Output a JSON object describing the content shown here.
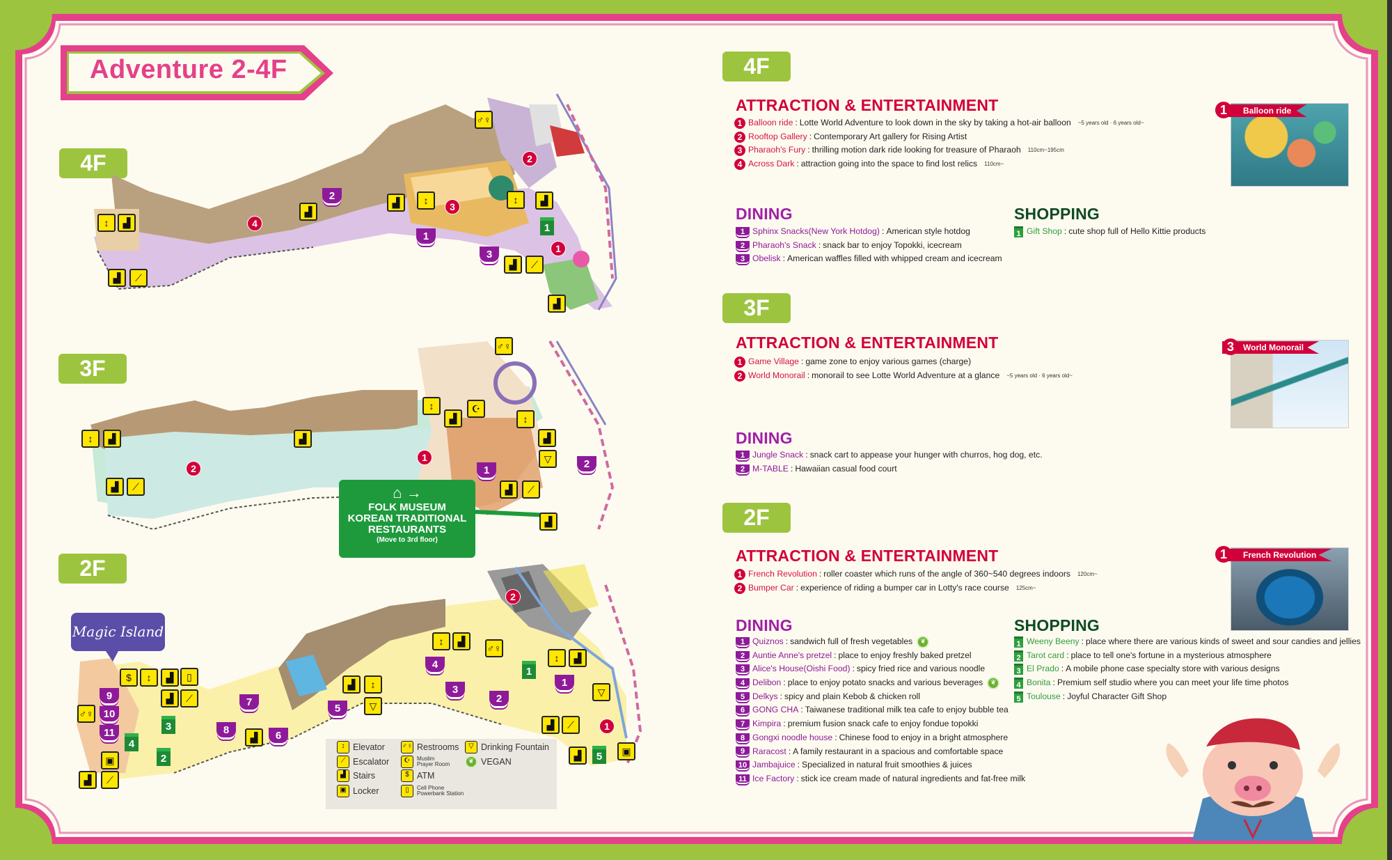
{
  "title": "Adventure 2-4F",
  "map_floor_tags": [
    "4F",
    "3F",
    "2F"
  ],
  "colors": {
    "green": "#9dc43f",
    "pink": "#e5408a",
    "attraction": "#d2003a",
    "dining": "#8e1a9a",
    "shopping": "#2e9e3e",
    "cream": "#fdfbf0"
  },
  "folk_museum": {
    "line1": "FOLK MUSEUM",
    "line2": "KOREAN TRADITIONAL",
    "line3": "RESTAURANTS",
    "note": "(Move to 3rd floor)",
    "arrow": "→"
  },
  "magic_island": "Magic Island",
  "legend": [
    {
      "icon": "elevator-icon",
      "glyph": "↕",
      "label": "Elevator"
    },
    {
      "icon": "escalator-icon",
      "glyph": "⟋",
      "label": "Escalator"
    },
    {
      "icon": "stairs-icon",
      "glyph": "▟",
      "label": "Stairs"
    },
    {
      "icon": "locker-icon",
      "glyph": "▣",
      "label": "Locker"
    },
    {
      "icon": "restroom-icon",
      "glyph": "♂♀",
      "label": "Restrooms"
    },
    {
      "icon": "prayer-room-icon",
      "glyph": "☪",
      "label": "Muslim",
      "label2": "Prayer Room"
    },
    {
      "icon": "atm-icon",
      "glyph": "$",
      "label": "ATM"
    },
    {
      "icon": "phone-charging-icon",
      "glyph": "▯",
      "label": "Cell Phone",
      "label2": "Powerbank Station"
    },
    {
      "icon": "drinking-fountain-icon",
      "glyph": "▽",
      "label": "Drinking Fountain"
    },
    {
      "icon": "vegan-icon",
      "glyph": "❦",
      "label": "VEGAN"
    }
  ],
  "headings": {
    "attraction": "ATTRACTION & ENTERTAINMENT",
    "dining": "DINING",
    "shopping": "SHOPPING"
  },
  "floors": [
    {
      "tag": "4F",
      "attractions": [
        {
          "num": "1",
          "name": "Balloon ride",
          "desc": "Lotte World Adventure to look down in the sky by taking a hot-air balloon",
          "req": "~5 years old · 6 years old~"
        },
        {
          "num": "2",
          "name": "Rooftop Gallery",
          "desc": "Contemporary Art gallery for Rising Artist",
          "req": ""
        },
        {
          "num": "3",
          "name": "Pharaoh's Fury",
          "desc": "thrilling motion dark ride looking for treasure of Pharaoh",
          "req": "110cm~195cm"
        },
        {
          "num": "4",
          "name": "Across Dark",
          "desc": "attraction going into the space to find lost relics",
          "req": "110cm~"
        }
      ],
      "dining": [
        {
          "num": "1",
          "name": "Sphinx Snacks(New York Hotdog)",
          "desc": "American style hotdog"
        },
        {
          "num": "2",
          "name": "Pharaoh's Snack",
          "desc": "snack bar to enjoy Topokki, icecream"
        },
        {
          "num": "3",
          "name": "Obelisk",
          "desc": "American waffles filled with whipped cream and icecream"
        }
      ],
      "shopping": [
        {
          "num": "1",
          "name": "Gift Shop",
          "desc": "cute shop full of Hello Kittie products"
        }
      ],
      "photo": {
        "num": "1",
        "label": "Balloon ride"
      }
    },
    {
      "tag": "3F",
      "attractions": [
        {
          "num": "1",
          "name": "Game Village",
          "desc": "game zone to enjoy various games (charge)",
          "req": ""
        },
        {
          "num": "2",
          "name": "World Monorail",
          "desc": "monorail to see Lotte World Adventure at a glance",
          "req": "~5 years old · 6 years old~"
        }
      ],
      "dining": [
        {
          "num": "1",
          "name": "Jungle Snack",
          "desc": "snack cart to appease your hunger with churros, hog dog, etc."
        },
        {
          "num": "2",
          "name": "M-TABLE",
          "desc": "Hawaiian casual food court"
        }
      ],
      "shopping": [],
      "photo": {
        "num": "3",
        "label": "World Monorail"
      }
    },
    {
      "tag": "2F",
      "attractions": [
        {
          "num": "1",
          "name": "French Revolution",
          "desc": "roller coaster which runs of the angle of 360~540 degrees indoors",
          "req": "120cm~"
        },
        {
          "num": "2",
          "name": "Bumper Car",
          "desc": "experience of riding a bumper car in Lotty's race course",
          "req": "125cm~"
        }
      ],
      "dining": [
        {
          "num": "1",
          "name": "Quiznos",
          "desc": "sandwich full of fresh vegetables",
          "vegan": true
        },
        {
          "num": "2",
          "name": "Auntie Anne's pretzel",
          "desc": "place to enjoy freshly baked pretzel"
        },
        {
          "num": "3",
          "name": "Alice's House(Oishi Food)",
          "desc": "spicy fried rice and various noodle"
        },
        {
          "num": "4",
          "name": "Delibon",
          "desc": "place to enjoy potato snacks and various beverages",
          "vegan": true
        },
        {
          "num": "5",
          "name": "Delkys",
          "desc": "spicy and plain Kebob & chicken roll"
        },
        {
          "num": "6",
          "name": "GONG CHA",
          "desc": "Taiwanese traditional milk tea cafe to enjoy bubble tea"
        },
        {
          "num": "7",
          "name": "Kimpira",
          "desc": "premium fusion snack cafe to enjoy fondue topokki"
        },
        {
          "num": "8",
          "name": "Gongxi noodle house",
          "desc": "Chinese food to enjoy in a bright atmosphere"
        },
        {
          "num": "9",
          "name": "Raracost",
          "desc": "A family restaurant in a spacious and comfortable space"
        },
        {
          "num": "10",
          "name": "Jambajuice",
          "desc": "Specialized in natural fruit smoothies & juices"
        },
        {
          "num": "11",
          "name": "Ice Factory",
          "desc": "stick ice cream made of natural ingredients and fat-free milk"
        }
      ],
      "shopping": [
        {
          "num": "1",
          "name": "Weeny Beeny",
          "desc": "place where there are various kinds of sweet and sour candies and jellies"
        },
        {
          "num": "2",
          "name": "Tarot card",
          "desc": "place to tell one's fortune in a mysterious atmosphere"
        },
        {
          "num": "3",
          "name": "El Prado",
          "desc": "A mobile phone case specialty store with various designs"
        },
        {
          "num": "4",
          "name": "Bonita",
          "desc": "Premium self studio where you can meet your life time photos"
        },
        {
          "num": "5",
          "name": "Toulouse",
          "desc": "Joyful Character Gift Shop"
        }
      ],
      "photo": {
        "num": "1",
        "label": "French Revolution"
      }
    }
  ],
  "map_markers": {
    "4F": {
      "attractions": [
        "1",
        "2",
        "3",
        "4"
      ],
      "dining": [
        "1",
        "2",
        "3"
      ],
      "shopping": [
        "1"
      ]
    },
    "3F": {
      "attractions": [
        "1",
        "2"
      ],
      "dining": [
        "1",
        "2"
      ],
      "shopping": []
    },
    "2F": {
      "attractions": [
        "1",
        "2"
      ],
      "dining": [
        "1",
        "2",
        "3",
        "4",
        "5",
        "6",
        "7",
        "8",
        "9",
        "10",
        "11"
      ],
      "shopping": [
        "1",
        "2",
        "3",
        "4",
        "5"
      ]
    }
  }
}
